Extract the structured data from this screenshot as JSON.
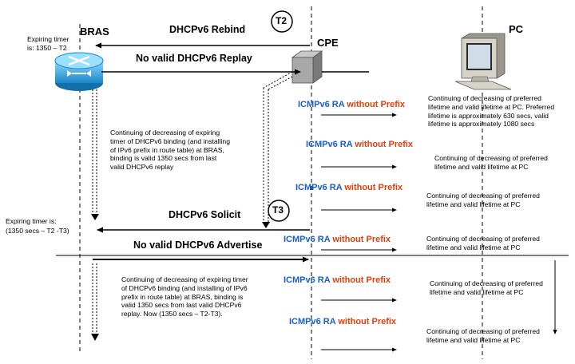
{
  "nodes": {
    "bras": "BRAS",
    "cpe": "CPE",
    "pc": "PC"
  },
  "timers": {
    "t2": "T2",
    "t3": "T3"
  },
  "expiring_timer_1": {
    "line1": "Expiring timer",
    "line2": "is:  1350 – T2"
  },
  "expiring_timer_2": {
    "line1": "Expiring timer is:",
    "line2": "(1350 secs –  T2 -T3)"
  },
  "messages": {
    "rebind": "DHCPv6 Rebind",
    "no_valid_reply": "No valid DHCPv6 Replay",
    "solicit": "DHCPv6 Solicit",
    "no_valid_advertise": "No valid DHCPv6 Advertise"
  },
  "ra": {
    "part1": "ICMPv6 RA ",
    "part2": "without Prefix"
  },
  "notes": {
    "bras_note_1": "Continuing of decreasing of expiring timer of DHCPv6 binding (and installing of IPv6 prefix in route table) at BRAS, binding is valid 1350 secs from last valid DHCPv6 replay",
    "bras_note_2": "Continuing of decreasing of expiring timer of DHCPv6 binding (and installing of IPv6 prefix in route table) at BRAS, binding is valid 1350 secs from last valid DHCPv6 replay. Now (1350 secs – T2-T3).",
    "pc_note_1": "Continuing of decreasing of preferred lifetime and valid lifetime at PC. Preferred lifetime is approximately 630 secs, valid lifetime is approximately 1080 secs",
    "pc_note_2": "Continuing of decreasing of preferred lifetime and valid lifetime at PC",
    "pc_note_3": "Continuing of decreasing of preferred lifetime and valid lifetime at PC",
    "pc_note_4": "Continuing of decreasing of preferred lifetime and valid lifetime at PC",
    "pc_note_5": "Continuing of decreasing of preferred lifetime and valid lifetime at PC",
    "pc_note_6": "Continuing of decreasing of preferred lifetime and valid lifetime at PC"
  },
  "colors": {
    "router": "#1f8fd0",
    "router_light": "#7fd0f5",
    "cpe_box": "#a8a8a8",
    "pc_body": "#d6d3c8",
    "ra_blue": "#1a5fc4",
    "ra_red": "#e04010"
  }
}
